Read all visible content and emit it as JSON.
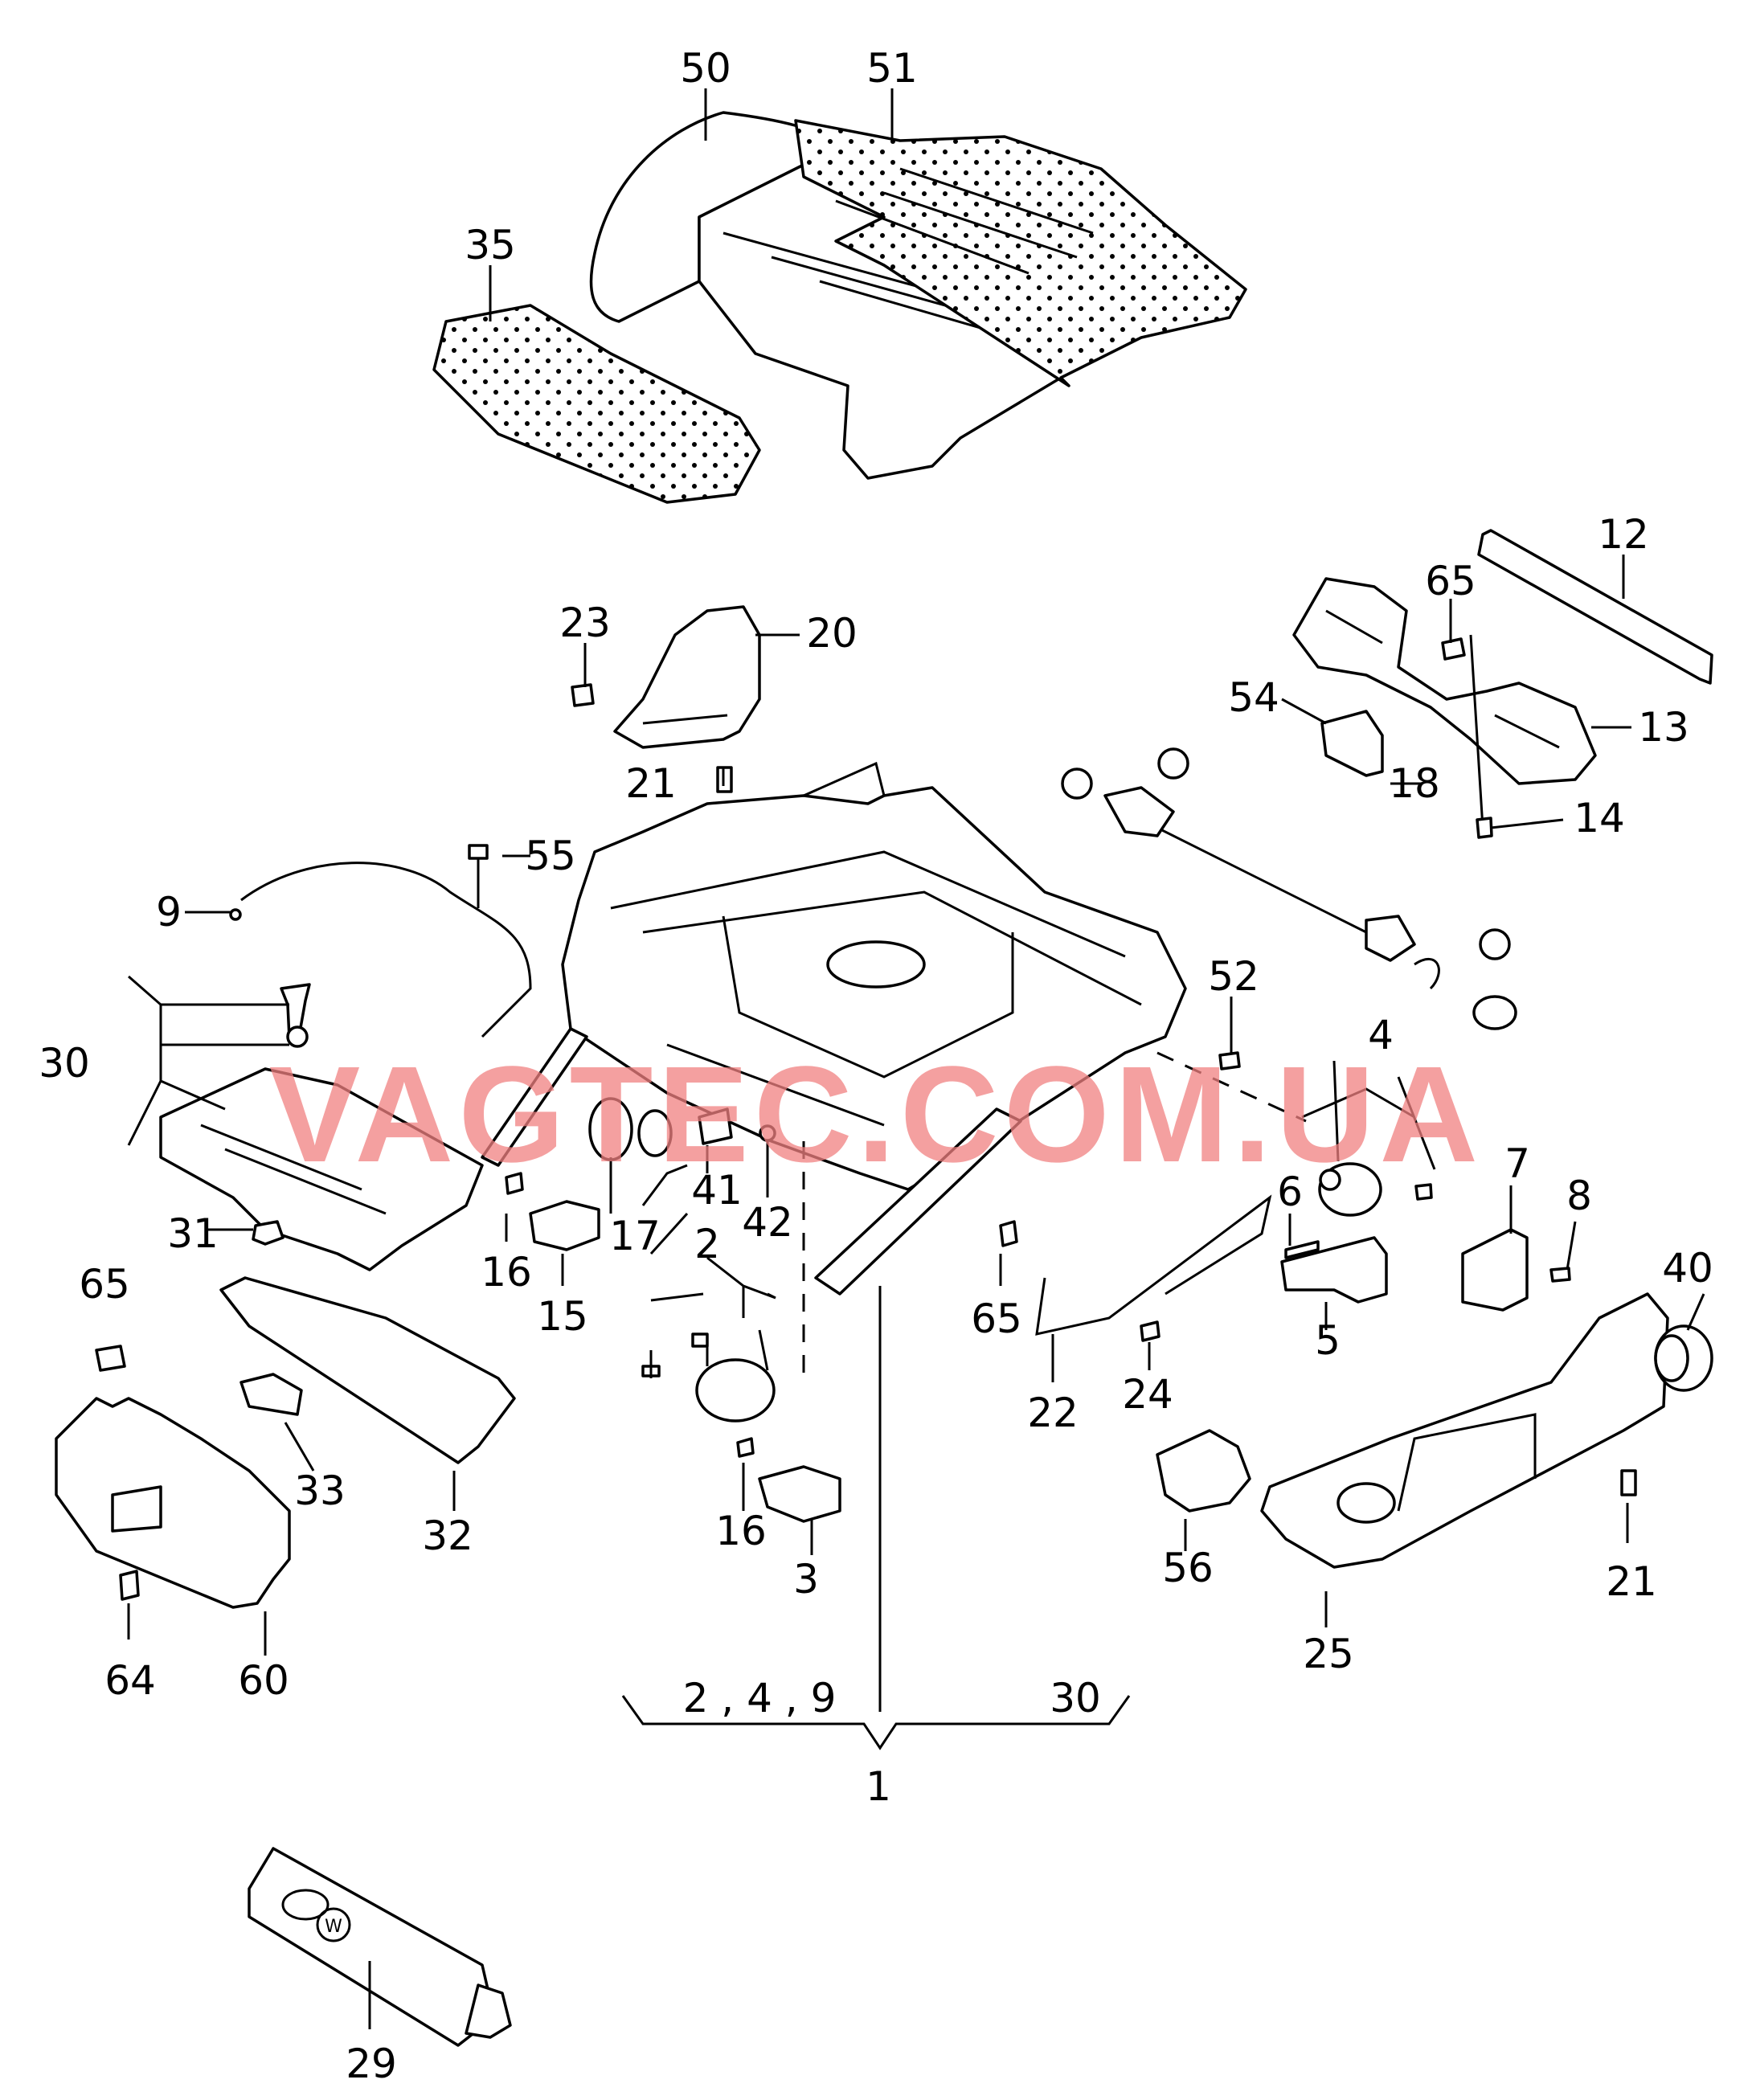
{
  "watermark": "VAGTEC.COM.UA",
  "callouts": [
    "50",
    "51",
    "35",
    "12",
    "65",
    "23",
    "20",
    "54",
    "13",
    "21",
    "18",
    "14",
    "55",
    "9",
    "52",
    "30",
    "4",
    "7",
    "6",
    "8",
    "31",
    "16",
    "17",
    "41",
    "42",
    "40",
    "15",
    "2",
    "65",
    "65",
    "24",
    "5",
    "22",
    "33",
    "32",
    "16",
    "56",
    "21",
    "3",
    "64",
    "60",
    "25",
    "2 , 4 , 9",
    "30",
    "1",
    "29"
  ],
  "tube_brand_icons": [
    "audi-rings-icon",
    "vw-logo-icon"
  ]
}
